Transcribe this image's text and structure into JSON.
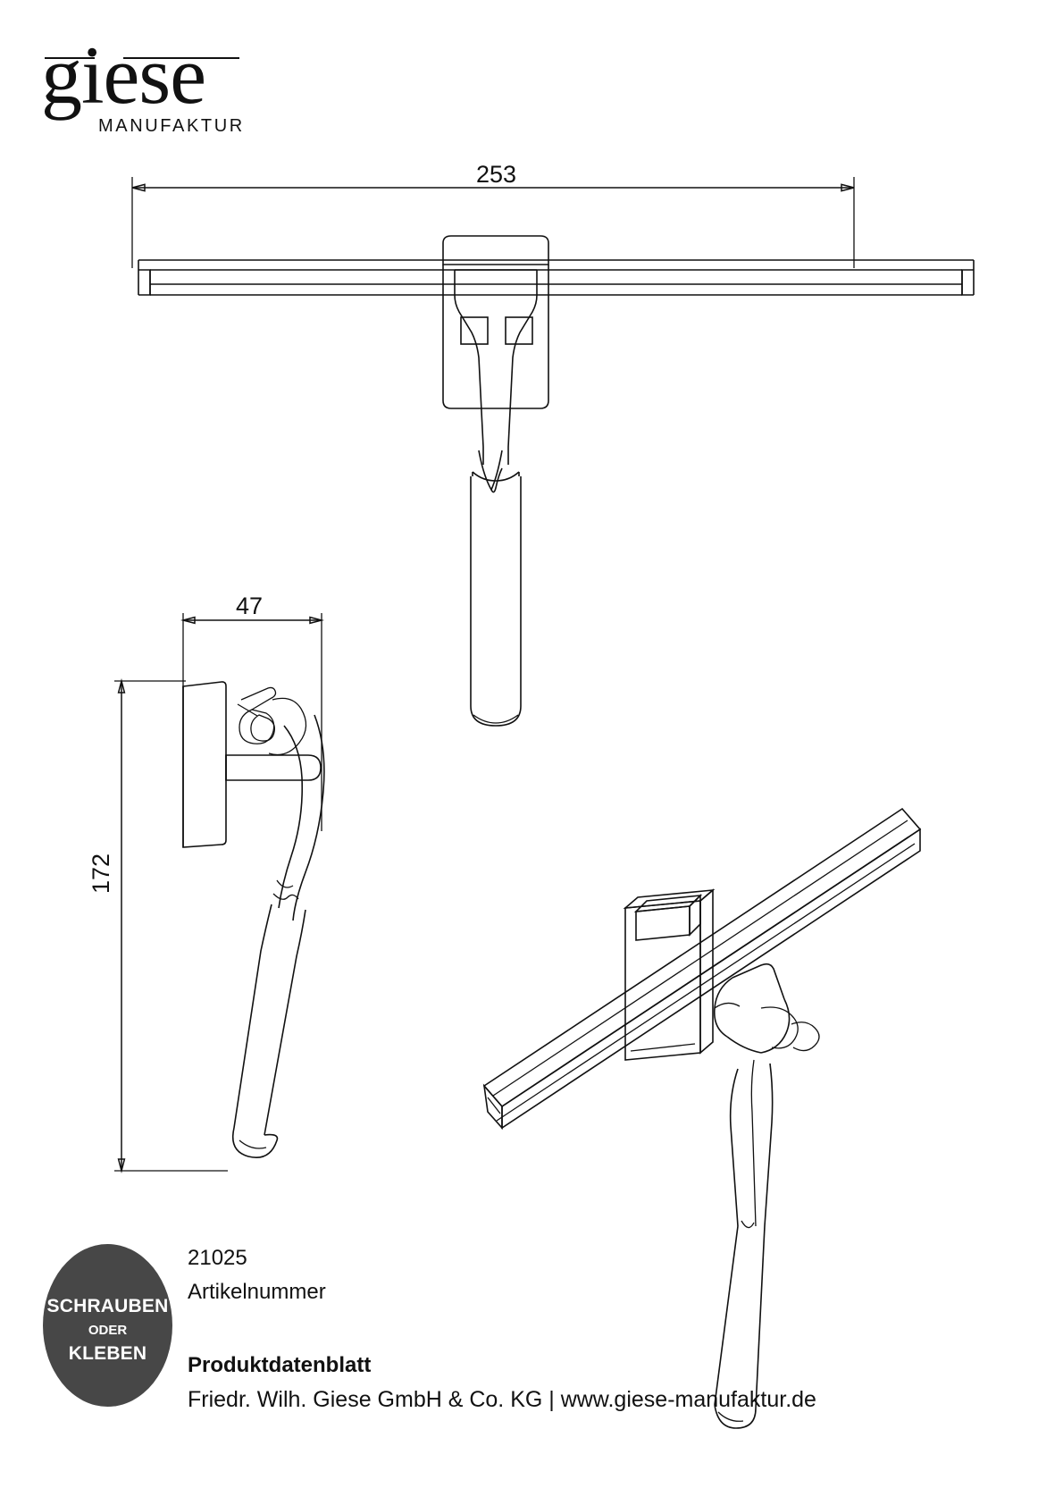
{
  "document": {
    "type": "product-datasheet",
    "language": "de"
  },
  "brand": {
    "name": "giese",
    "tagline": "MANUFAKTUR"
  },
  "dimensions": {
    "width_label": "253",
    "depth_label": "47",
    "height_label": "172",
    "unit": "mm"
  },
  "badge": {
    "line1": "SCHRAUBEN",
    "line2": "ODER",
    "line3": "KLEBEN",
    "background_color": "#474747",
    "text_color": "#ffffff"
  },
  "footer": {
    "article_number": "21025",
    "article_number_label": "Artikelnummer",
    "sheet_title": "Produktdatenblatt",
    "company_line": "Friedr. Wilh. Giese GmbH & Co. KG | www.giese-manufaktur.de"
  },
  "views": {
    "front": "Duschabzieher Frontansicht mit Wandhalter",
    "side": "Seitenansicht mit Halter",
    "perspective": "3D-Perspektivansicht"
  },
  "colors": {
    "line": "#111111",
    "paper": "#ffffff",
    "badge": "#474747"
  }
}
